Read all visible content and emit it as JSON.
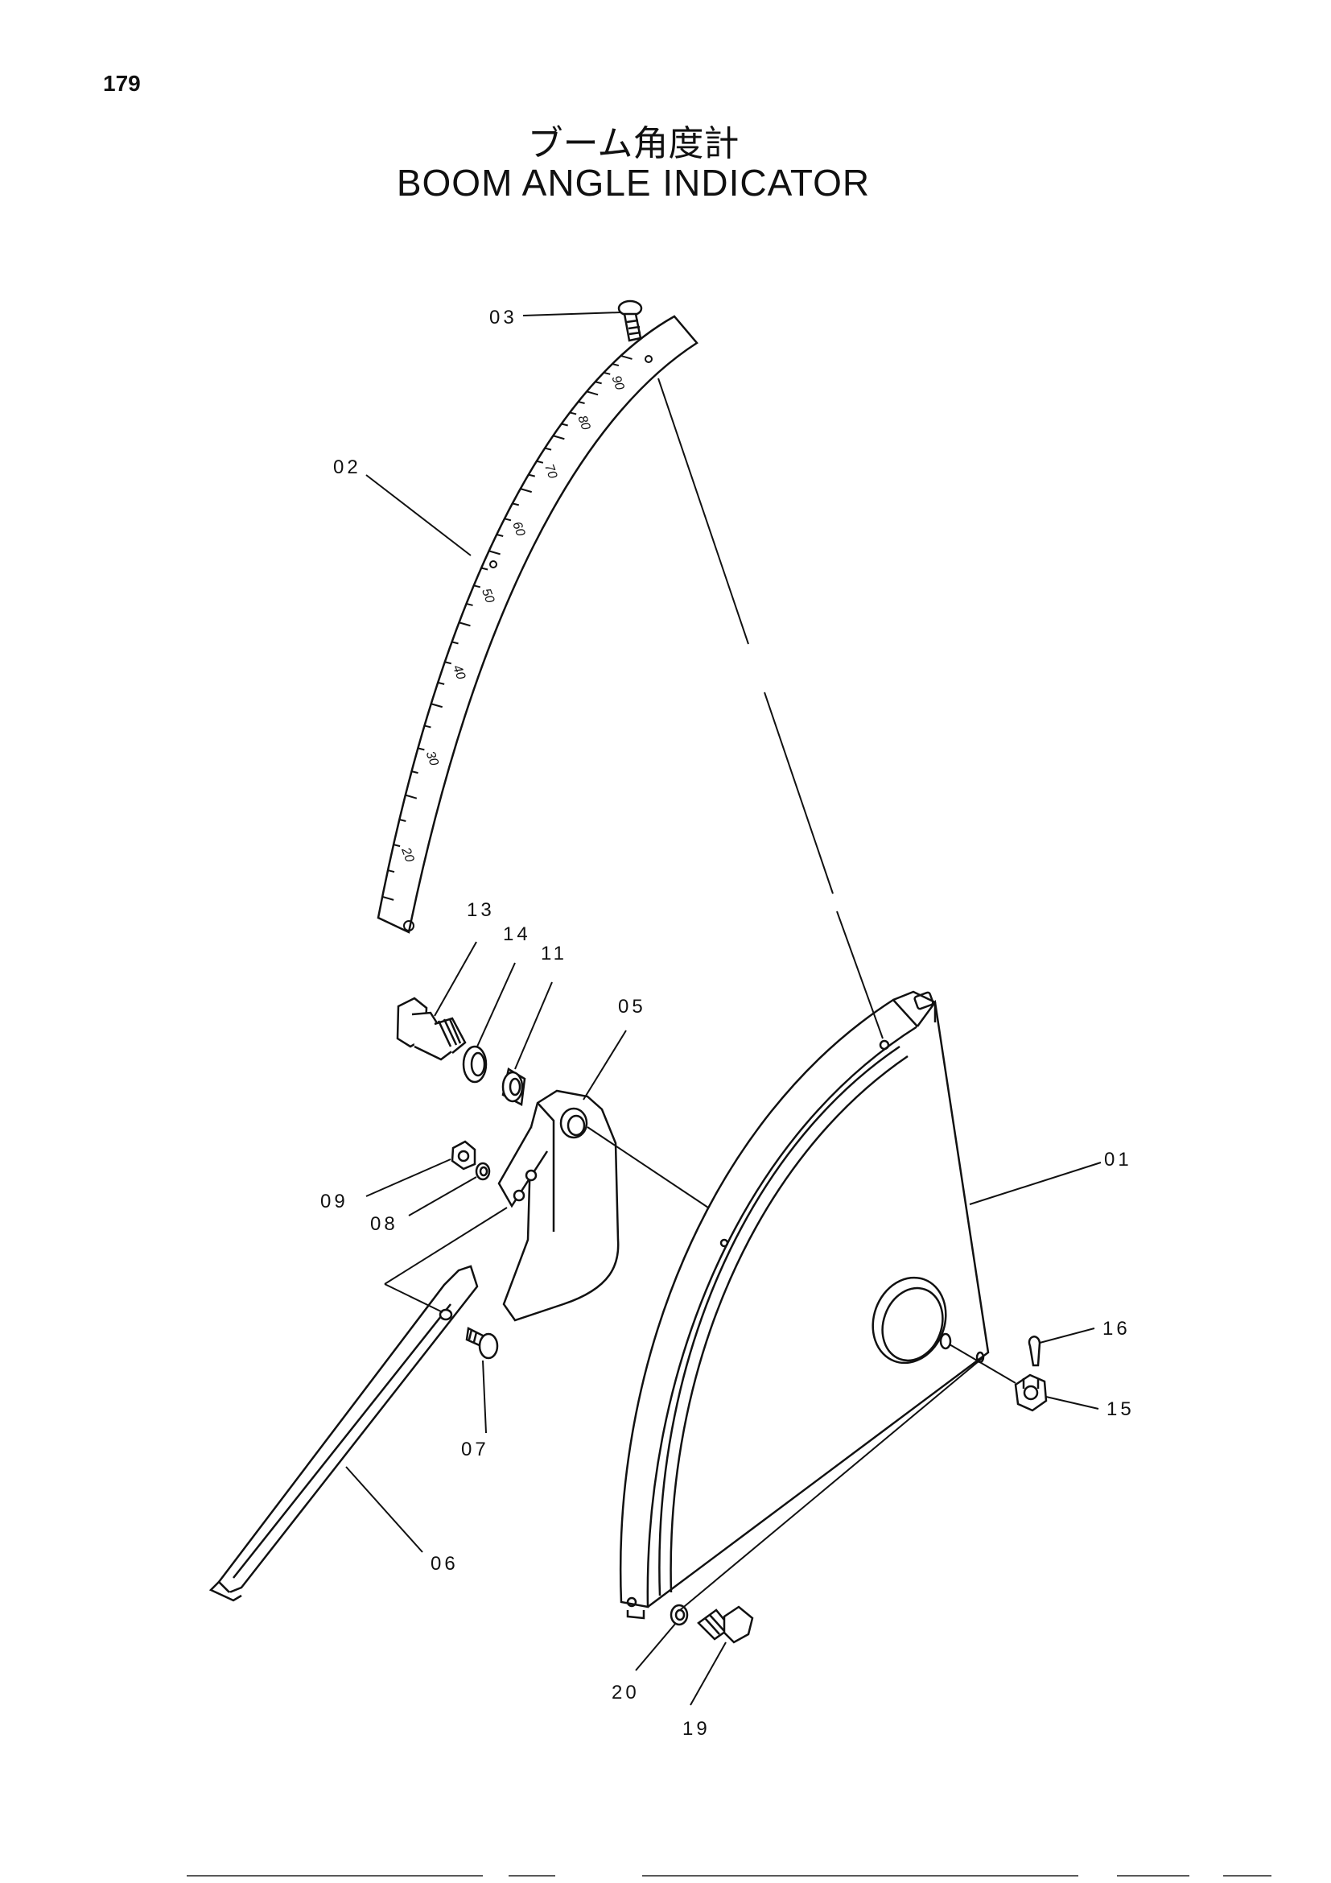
{
  "page": {
    "number": "179"
  },
  "title": {
    "japanese": "ブーム角度計",
    "english": "BOOM ANGLE INDICATOR"
  },
  "callouts": [
    {
      "id": "03",
      "label": "03"
    },
    {
      "id": "02",
      "label": "02"
    },
    {
      "id": "13",
      "label": "13"
    },
    {
      "id": "14",
      "label": "14"
    },
    {
      "id": "11",
      "label": "11"
    },
    {
      "id": "05",
      "label": "05"
    },
    {
      "id": "01",
      "label": "01"
    },
    {
      "id": "09",
      "label": "09"
    },
    {
      "id": "08",
      "label": "08"
    },
    {
      "id": "07",
      "label": "07"
    },
    {
      "id": "06",
      "label": "06"
    },
    {
      "id": "16",
      "label": "16"
    },
    {
      "id": "15",
      "label": "15"
    },
    {
      "id": "20",
      "label": "20"
    },
    {
      "id": "19",
      "label": "19"
    }
  ],
  "scale_marks": [
    "90",
    "80",
    "70",
    "60",
    "50",
    "40",
    "30",
    "20"
  ]
}
